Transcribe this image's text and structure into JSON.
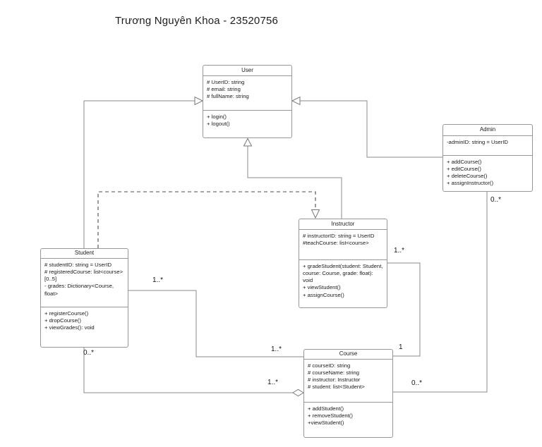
{
  "header": {
    "title": "Trương Nguyên Khoa - 23520756"
  },
  "classes": {
    "user": {
      "name": "User",
      "attributes": [
        "# UserID: string",
        "# email: string",
        "# fullName: string"
      ],
      "methods": [
        "+ login()",
        "+ logout()"
      ]
    },
    "admin": {
      "name": "Admin",
      "attributes": [
        "-adminID: string = UserID"
      ],
      "methods": [
        "+ addCourse()",
        "+ editCourse()",
        "+ deleteCourse()",
        "+ assignInstructor()"
      ]
    },
    "instructor": {
      "name": "Instructor",
      "attributes": [
        "# instructorID: string = UserID",
        "#teachCourse: list<course>"
      ],
      "methods": [
        "+ gradeStudent(student: Student, course: Course, grade: float): void",
        "+ viewStudent()",
        "+ assignCourse()"
      ]
    },
    "student": {
      "name": "Student",
      "attributes": [
        "# studentID: string = UserID",
        "# registeredCourse: list<course>[0..5]",
        "- grades: Dictionary<Course, float>"
      ],
      "methods": [
        "+ registerCourse()",
        "+ dropCourse()",
        "+ viewGrades(): void"
      ]
    },
    "course": {
      "name": "Course",
      "attributes": [
        "# courseID: string",
        "# courseName: string",
        "# instructor: Instructor",
        "# student: list<Student>"
      ],
      "methods": [
        "+ addStudent()",
        "+ removeStudent()",
        "+viewStudent()"
      ]
    }
  },
  "relationships": [
    {
      "from": "Student",
      "to": "User",
      "type": "generalization"
    },
    {
      "from": "Instructor",
      "to": "User",
      "type": "generalization"
    },
    {
      "from": "Admin",
      "to": "User",
      "type": "generalization"
    },
    {
      "from": "Student",
      "to": "Instructor",
      "type": "dashed-generalization"
    },
    {
      "from": "Student",
      "to": "Course",
      "type": "association",
      "from_mult": "1..*",
      "to_mult": "1..*"
    },
    {
      "from": "Student",
      "to": "Course",
      "type": "aggregation",
      "from_mult": "0..*",
      "to_mult": "1..*"
    },
    {
      "from": "Instructor",
      "to": "Course",
      "type": "association",
      "from_mult": "1..*",
      "to_mult": "1"
    },
    {
      "from": "Admin",
      "to": "Course",
      "type": "association",
      "from_mult": "0..*",
      "to_mult": "0..*"
    }
  ],
  "multiplicities": {
    "assoc_student_end": "1..*",
    "assoc_course_end": "1..*",
    "aggr_student_end": "0..*",
    "aggr_course_end": "1..*",
    "teach_instructor_end": "1..*",
    "teach_course_end": "1",
    "manage_admin_end": "0..*",
    "manage_course_end": "0..*"
  },
  "colors": {
    "box_border": "#979797",
    "connector": "#8b8b8b",
    "dashed_connector": "#4d4d4d",
    "text": "#1a1a1a"
  }
}
